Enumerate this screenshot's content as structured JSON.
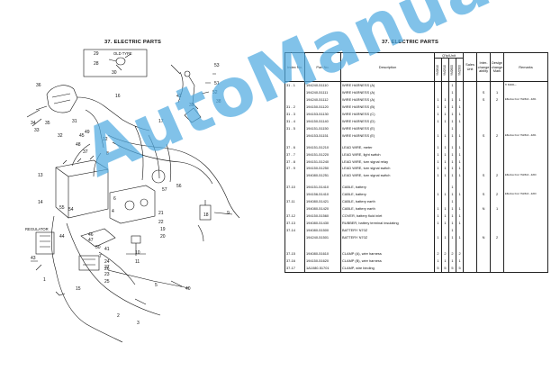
{
  "left_page": {
    "title": "37.  ELECTRIC PARTS",
    "old_type_label": "OLD TYPE",
    "regulator_label": "REGULATOR",
    "callouts": [
      "1",
      "2",
      "3",
      "4",
      "5",
      "6",
      "7",
      "8",
      "9",
      "10",
      "11",
      "12",
      "13",
      "14",
      "15",
      "16",
      "17",
      "18",
      "19",
      "20",
      "21",
      "22",
      "23",
      "24",
      "25",
      "26",
      "27",
      "28",
      "29",
      "30",
      "31",
      "32",
      "33",
      "34",
      "35",
      "36",
      "37",
      "38",
      "39",
      "40",
      "41",
      "42",
      "43",
      "44",
      "45",
      "46",
      "47",
      "48",
      "49",
      "50",
      "51",
      "52",
      "53",
      "54",
      "55",
      "56",
      "57"
    ]
  },
  "right_page": {
    "title": "37.  ELECTRIC PARTS",
    "headers": {
      "index": "Index No.",
      "part": "Part No.",
      "desc": "Description",
      "qty": "Q'ty/Unit",
      "models": [
        "YM2610",
        "YM2310",
        "YM2600",
        "YM2300"
      ],
      "sales": "Sales Unit",
      "inter": "Inter-change ability",
      "design": "Design change Mark",
      "remarks": "Remarks"
    },
    "rows": [
      {
        "idx": "31 - 1",
        "part": "194240-51110",
        "desc": "WIRE HARNESS (A)",
        "q": [
          "",
          "",
          "1",
          ""
        ],
        "sales": "",
        "inter": "",
        "design": "",
        "rem": "Ti 63000—"
      },
      {
        "idx": "",
        "part": "194240-51111",
        "desc": "WIRE HARNESS (A)",
        "q": [
          "",
          "",
          "1",
          ""
        ],
        "sales": "",
        "inter": "S",
        "design": "1",
        "rem": ""
      },
      {
        "idx": "",
        "part": "194240-51112",
        "desc": "WIRE HARNESS (A)",
        "q": [
          "1",
          "1",
          "1",
          "1"
        ],
        "sales": "",
        "inter": "S",
        "design": "2",
        "rem": "Effective from YM2610→3201"
      },
      {
        "idx": "31 - 2",
        "part": "194150-51120",
        "desc": "WIRE HARNESS (B)",
        "q": [
          "1",
          "1",
          "1",
          "1"
        ],
        "sales": "",
        "inter": "",
        "design": "",
        "rem": ""
      },
      {
        "idx": "31 - 3",
        "part": "194153-51130",
        "desc": "WIRE HARNESS (C)",
        "q": [
          "1",
          "1",
          "1",
          "1"
        ],
        "sales": "",
        "inter": "",
        "design": "",
        "rem": ""
      },
      {
        "idx": "31 - 4",
        "part": "194150-51140",
        "desc": "WIRE HARNESS (D)",
        "q": [
          "1",
          "1",
          "1",
          "1"
        ],
        "sales": "",
        "inter": "",
        "design": "",
        "rem": ""
      },
      {
        "idx": "31 - 5",
        "part": "194151-51150",
        "desc": "WIRE HARNESS (E)",
        "q": [
          "",
          "",
          "1",
          ""
        ],
        "sales": "",
        "inter": "",
        "design": "",
        "rem": ""
      },
      {
        "idx": "",
        "part": "194153-51151",
        "desc": "WIRE HARNESS (E)",
        "q": [
          "1",
          "1",
          "1",
          "1"
        ],
        "sales": "",
        "inter": "S",
        "design": "2",
        "rem": "Effective from YM2610→3201"
      },
      {
        "gap": true
      },
      {
        "idx": "37 - 6",
        "part": "194151-51210",
        "desc": "LEAD WIRE, meter",
        "q": [
          "1",
          "1",
          "1",
          "1"
        ],
        "sales": "",
        "inter": "",
        "design": "",
        "rem": ""
      },
      {
        "idx": "37 - 7",
        "part": "194151-51220",
        "desc": "LEAD WIRE, light switch",
        "q": [
          "1",
          "1",
          "1",
          "1"
        ],
        "sales": "",
        "inter": "",
        "design": "",
        "rem": ""
      },
      {
        "idx": "37 - 8",
        "part": "194151-51240",
        "desc": "LEAD WIRE, turn signal relay",
        "q": [
          "1",
          "1",
          "1",
          "1"
        ],
        "sales": "",
        "inter": "",
        "design": "",
        "rem": ""
      },
      {
        "idx": "37 - 9",
        "part": "194150-51250",
        "desc": "LEAD WIRE, turn signal switch",
        "q": [
          "1",
          "1",
          "1",
          "1"
        ],
        "sales": "",
        "inter": "",
        "design": "",
        "rem": ""
      },
      {
        "idx": "",
        "part": "194080-51251",
        "desc": "LEAD WIRE, turn signal switch",
        "q": [
          "1",
          "1",
          "1",
          "1"
        ],
        "sales": "",
        "inter": "S",
        "design": "2",
        "rem": "Effective from YM2610→3200"
      },
      {
        "gap": true
      },
      {
        "idx": "37-10",
        "part": "194151-51410",
        "desc": "CABLE, battery",
        "q": [
          "",
          "",
          "1",
          ""
        ],
        "sales": "",
        "inter": "",
        "design": "",
        "rem": ""
      },
      {
        "idx": "",
        "part": "194156-51410",
        "desc": "CABLE, battery",
        "q": [
          "1",
          "1",
          "1",
          "1"
        ],
        "sales": "",
        "inter": "S",
        "design": "2",
        "rem": "Effective from YM2610→3200"
      },
      {
        "idx": "37-11",
        "part": "194080-51421",
        "desc": "CABLE, battery earth",
        "q": [
          "",
          "",
          "1",
          ""
        ],
        "sales": "",
        "inter": "",
        "design": "",
        "rem": ""
      },
      {
        "idx": "",
        "part": "194080-51420",
        "desc": "CABLE, battery earth",
        "q": [
          "1",
          "1",
          "1",
          "1"
        ],
        "sales": "",
        "inter": "N",
        "design": "1",
        "rem": ""
      },
      {
        "idx": "37-12",
        "part": "194150-51560",
        "desc": "COVER, battery fluid inlet",
        "q": [
          "1",
          "1",
          "1",
          "1"
        ],
        "sales": "",
        "inter": "",
        "design": "",
        "rem": ""
      },
      {
        "idx": "37-13",
        "part": "194080-51430",
        "desc": "RUBBER, battery terminal insulating",
        "q": [
          "1",
          "1",
          "1",
          "1"
        ],
        "sales": "",
        "inter": "",
        "design": "",
        "rem": ""
      },
      {
        "idx": "37-14",
        "part": "194080-51500",
        "desc": "BATTERY  N70Z",
        "q": [
          "",
          "",
          "1",
          ""
        ],
        "sales": "",
        "inter": "",
        "design": "",
        "rem": ""
      },
      {
        "idx": "",
        "part": "194240-51501",
        "desc": "BATTERY  N70Z",
        "q": [
          "1",
          "1",
          "1",
          "1"
        ],
        "sales": "",
        "inter": "N",
        "design": "2",
        "rem": ""
      },
      {
        "gap": true
      },
      {
        "gap": true
      },
      {
        "idx": "37-15",
        "part": "194080-51610",
        "desc": "CLAMP (A), wire harness",
        "q": [
          "2",
          "2",
          "2",
          "2"
        ],
        "sales": "",
        "inter": "",
        "design": "",
        "rem": ""
      },
      {
        "idx": "37-16",
        "part": "194150-51620",
        "desc": "CLAMP (B), wire harness",
        "q": [
          "1",
          "1",
          "1",
          "1"
        ],
        "sales": "",
        "inter": "",
        "design": "",
        "rem": ""
      },
      {
        "idx": "37-17",
        "part": "1A1080-51701",
        "desc": "CLAMP, wire binding",
        "q": [
          "5",
          "5",
          "5",
          "5"
        ],
        "sales": "",
        "inter": "",
        "design": "",
        "rem": ""
      }
    ]
  },
  "watermark": "AutoManual",
  "colors": {
    "watermark": "#50aae1",
    "ink": "#111111"
  }
}
